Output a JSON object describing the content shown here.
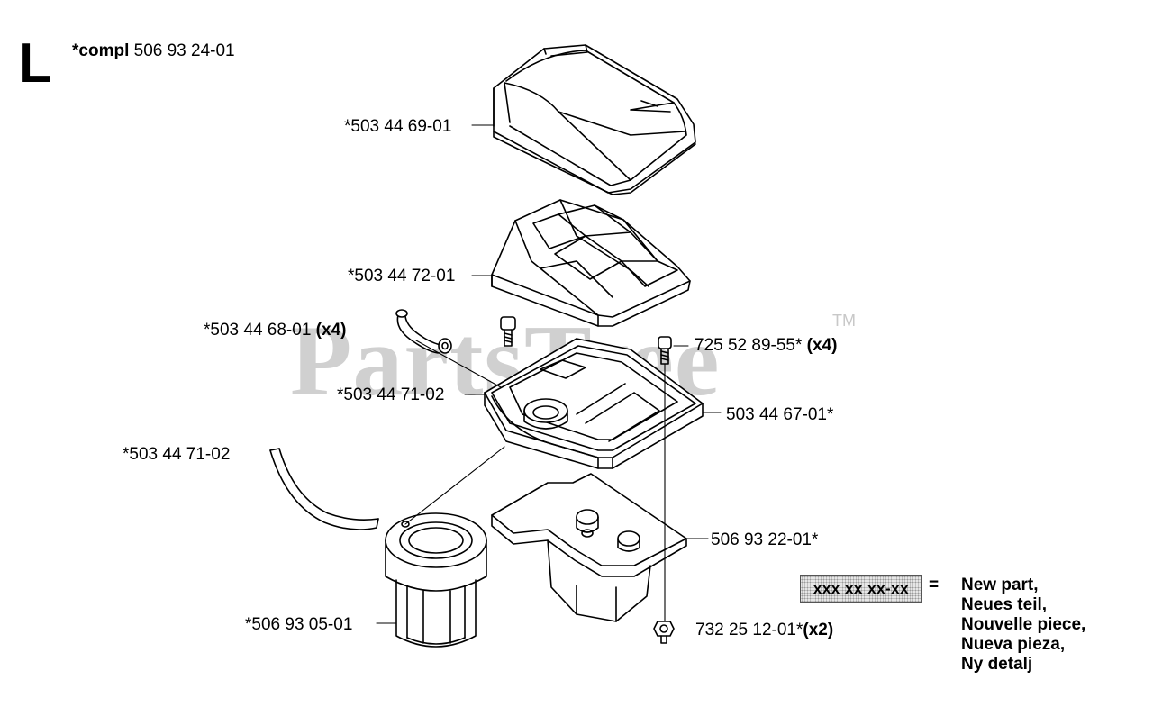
{
  "section": {
    "letter": "L"
  },
  "assembly": {
    "prefix": "*compl",
    "number": "506 93 24-01"
  },
  "parts": [
    {
      "number": "*503 44 69-01",
      "qty": ""
    },
    {
      "number": "*503 44 72-01",
      "qty": ""
    },
    {
      "number": "*503 44 68-01",
      "qty": "(x4)"
    },
    {
      "number": "725 52 89-55*",
      "qty": "(x4)"
    },
    {
      "number": "*503 44 71-02",
      "qty": ""
    },
    {
      "number": "503 44 67-01*",
      "qty": ""
    },
    {
      "number": "*503 44 71-02",
      "qty": ""
    },
    {
      "number": "506 93 22-01*",
      "qty": ""
    },
    {
      "number": "*506 93 05-01",
      "qty": ""
    },
    {
      "number": "732 25 12-01*",
      "qty": "(x2)"
    }
  ],
  "watermark": {
    "text": "PartsTree",
    "tm": "TM"
  },
  "legend": {
    "sample": "xxx xx xx-xx",
    "equals": "=",
    "lines": [
      "New part,",
      "Neues teil,",
      "Nouvelle piece,",
      "Nueva pieza,",
      "Ny detalj"
    ]
  },
  "colors": {
    "line": "#000000",
    "watermark": "#d0d0d0",
    "legend_fill": "#e6e6e6"
  }
}
